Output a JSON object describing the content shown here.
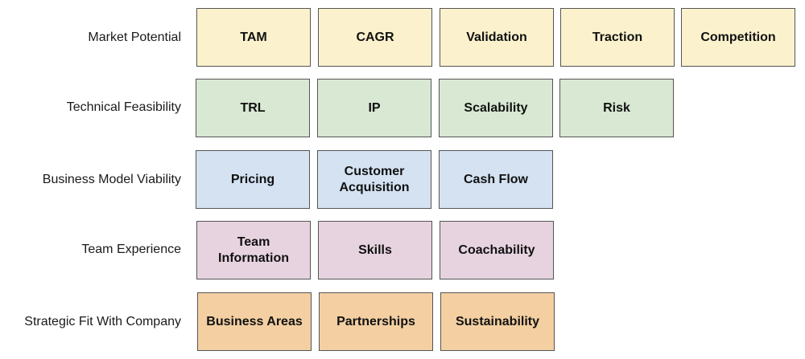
{
  "rows": [
    {
      "label": "Market Potential",
      "color": "#fbf2cd",
      "cells": [
        "TAM",
        "CAGR",
        "Validation",
        "Traction",
        "Competition"
      ]
    },
    {
      "label": "Technical Feasibility",
      "color": "#d8e8d3",
      "cells": [
        "TRL",
        "IP",
        "Scalability",
        "Risk"
      ]
    },
    {
      "label": "Business Model Viability",
      "color": "#d4e2f2",
      "cells": [
        "Pricing",
        "Customer Acquisition",
        "Cash Flow"
      ]
    },
    {
      "label": "Team Experience",
      "color": "#e7d3df",
      "cells": [
        "Team Information",
        "Skills",
        "Coachability"
      ]
    },
    {
      "label": "Strategic Fit With Company",
      "color": "#f3cfa2",
      "cells": [
        "Business Areas",
        "Partnerships",
        "Sustainability"
      ]
    }
  ]
}
